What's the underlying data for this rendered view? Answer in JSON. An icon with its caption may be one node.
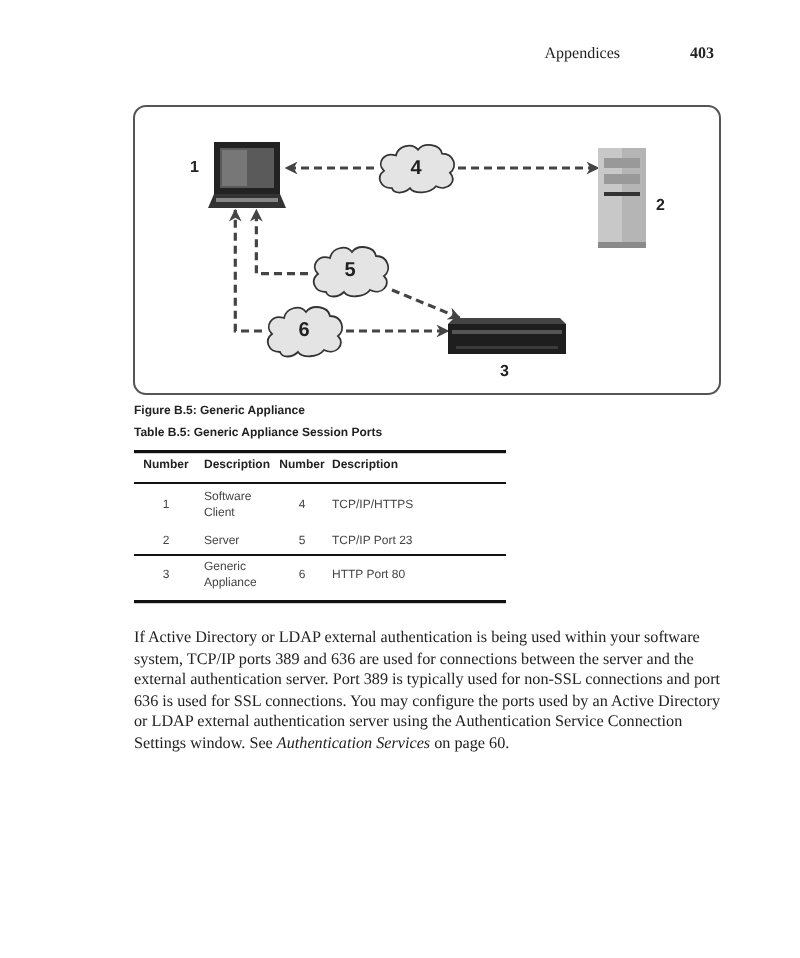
{
  "diagram": {
    "caption": "Figure B.5: Generic Appliance",
    "nodes": [
      {
        "text": [],
        "shape": "picture",
        "beside": [
          "1"
        ]
      },
      {
        "text": [
          "4"
        ]
      },
      {
        "text": [],
        "shape": "picture",
        "beside": [
          "2"
        ]
      },
      {
        "text": [
          "5"
        ]
      },
      {
        "text": [],
        "shape": "picture",
        "beside": [
          "3"
        ]
      },
      {
        "text": [
          "6"
        ]
      }
    ],
    "edges": [
      {
        "from": 1,
        "to": 0,
        "arrow": "to",
        "style": "dashed"
      },
      {
        "from": 1,
        "to": 2,
        "arrow": "to",
        "style": "dashed"
      },
      {
        "from": 3,
        "to": 0,
        "arrow": "to",
        "style": "dashed"
      },
      {
        "from": 3,
        "to": 4,
        "arrow": "to",
        "style": "dashed"
      },
      {
        "from": 5,
        "to": 0,
        "arrow": "to",
        "style": "dashed"
      },
      {
        "from": 5,
        "to": 4,
        "arrow": "to",
        "style": "dashed"
      }
    ],
    "labels": [
      "Appendices",
      "403",
      "Table B.5: Generic Appliance Session Ports",
      "Number",
      "Description",
      "Number",
      "Description",
      "1",
      "Software Client",
      "4",
      "TCP/IP/HTTPS",
      "2",
      "Server",
      "5",
      "TCP/IP Port 23",
      "3",
      "Generic Appliance",
      "6",
      "HTTP Port 80",
      "If Active Directory or LDAP external authentication is being used within your software system, TCP/IP ports 389 and 636 are used for connections between the server and the external authentication server. Port 389 is typically used for non-SSL connections and port 636 is used for SSL connections. You may configure the ports used by an Active Directory or LDAP external authentication server using the Authentication Service Connection Settings window. See *Authentication Services* on page 60."
    ]
  }
}
